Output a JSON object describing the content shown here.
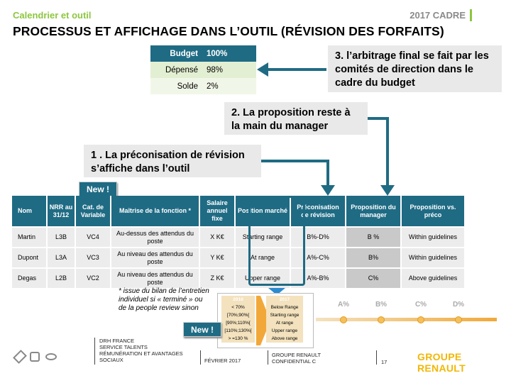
{
  "header": {
    "subtitle": "Calendrier et outil",
    "cadre": "2017 CADRE",
    "title": "PROCESSUS  ET AFFICHAGE DANS L’OUTIL (RÉVISION DES FORFAITS)"
  },
  "budget": {
    "rows": [
      {
        "label": "Budget",
        "value": "100%"
      },
      {
        "label": "Dépensé",
        "value": "98%"
      },
      {
        "label": "Solde",
        "value": "2%"
      }
    ]
  },
  "callouts": {
    "step3": "3. l’arbitrage final se fait par les comités de direction dans le cadre du budget",
    "step2": "2. La proposition reste à la main du manager",
    "step1": "1 . La préconisation de révision s’affiche dans l’outil"
  },
  "badges": {
    "new1": "New !",
    "new2": "New !"
  },
  "table": {
    "headers": [
      "Nom",
      "NRR au 31/12",
      "Cat. de Variable",
      "Maîtrise de la fonction *",
      "Salaire annuel fixe",
      "Position marché",
      "Préconisation de révision",
      "Proposition du manager",
      "Proposition vs. préco"
    ],
    "rows": [
      [
        "Martin",
        "L3B",
        "VC4",
        "Au-dessus des attendus du poste",
        "X K€",
        "Starting range",
        "B%-D%",
        "B %",
        "Within guidelines"
      ],
      [
        "Dupont",
        "L3A",
        "VC3",
        "Au niveau des attendus du poste",
        "Y K€",
        "At range",
        "A%-C%",
        "B%",
        "Within guidelines"
      ],
      [
        "Degas",
        "L2B",
        "VC2",
        "Au niveau des attendus du poste",
        "Z K€",
        "Upper range",
        "A%-B%",
        "C%",
        "Above guidelines"
      ]
    ]
  },
  "footnote": "* issue du bilan de l’entretien individuel si « terminé » ou de la people review sinon",
  "mapping": {
    "header_left": "2016",
    "header_right": "2017",
    "rows": [
      {
        "left": "< 70%",
        "right": "Below Range"
      },
      {
        "left": "[70%;90%[",
        "right": "Starting range"
      },
      {
        "left": "[90%;110%[",
        "right": "At range"
      },
      {
        "left": "[110%;130%[",
        "right": "Upper range"
      },
      {
        "left": "> =130 %",
        "right": "Above range"
      }
    ]
  },
  "gradient_labels": [
    "A%",
    "B%",
    "C%",
    "D%"
  ],
  "footer": {
    "col1": [
      "DRH FRANCE",
      "SERVICE TALENTS",
      "RÉMUNÉRATION ET AVANTAGES",
      "SOCIAUX"
    ],
    "date": "FÉVRIER 2017",
    "col3": [
      "GROUPE RENAULT",
      "CONFIDENTIAL C"
    ],
    "page": "17",
    "logo": "GROUPE RENAULT"
  }
}
